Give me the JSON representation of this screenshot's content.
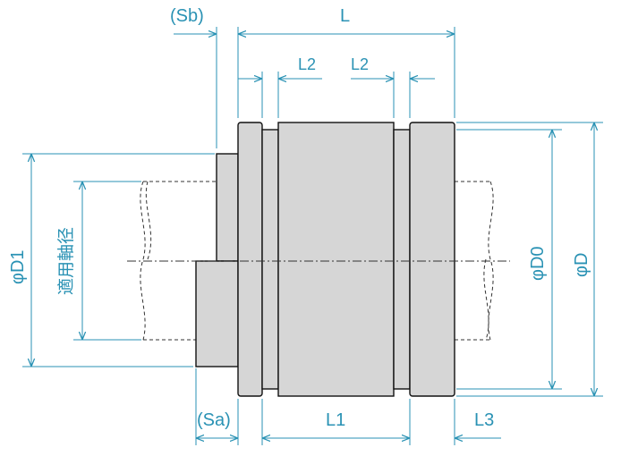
{
  "diagram": {
    "labels": {
      "Sb": "(Sb)",
      "L": "L",
      "L2_left": "L2",
      "L2_right": "L2",
      "phiD1": "φD1",
      "shaft_dia": "適用軸径",
      "phiD0": "φD0",
      "phiD": "φD",
      "Sa": "(Sa)",
      "L1": "L1",
      "L3": "L3"
    },
    "colors": {
      "dimension": "#2a92b4",
      "part_fill": "#d6d6d6",
      "outline": "#111111"
    }
  }
}
